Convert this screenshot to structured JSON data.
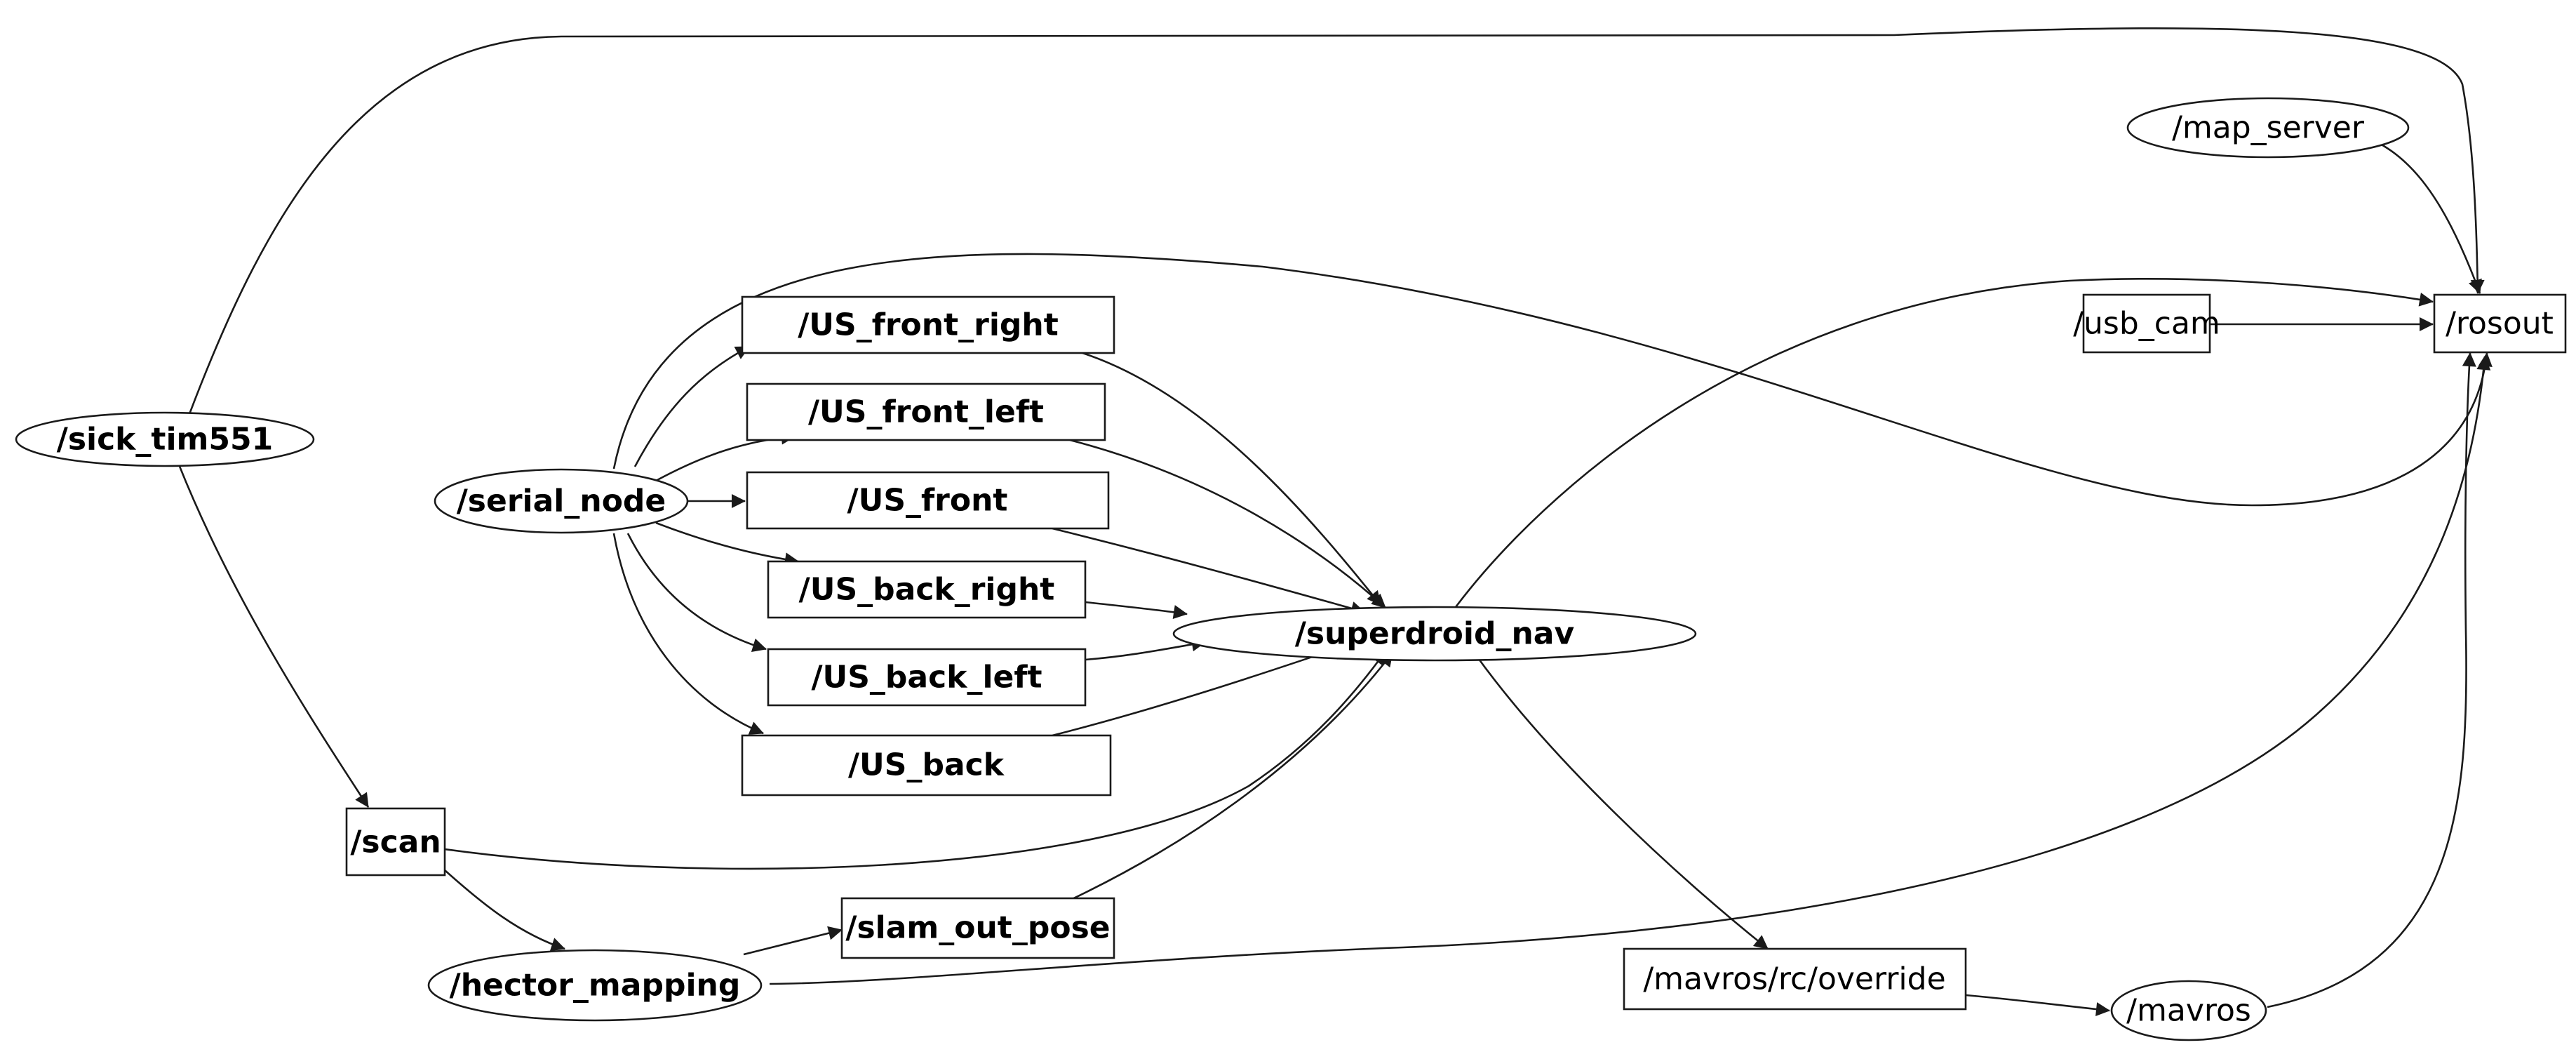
{
  "diagram": {
    "type": "ros-computation-graph",
    "nodes": [
      {
        "id": "sick_tim551",
        "label": "/sick_tim551",
        "shape": "ellipse",
        "bold": true
      },
      {
        "id": "serial_node",
        "label": "/serial_node",
        "shape": "ellipse",
        "bold": true
      },
      {
        "id": "US_front_right",
        "label": "/US_front_right",
        "shape": "box",
        "bold": true
      },
      {
        "id": "US_front_left",
        "label": "/US_front_left",
        "shape": "box",
        "bold": true
      },
      {
        "id": "US_front",
        "label": "/US_front",
        "shape": "box",
        "bold": true
      },
      {
        "id": "US_back_right",
        "label": "/US_back_right",
        "shape": "box",
        "bold": true
      },
      {
        "id": "US_back_left",
        "label": "/US_back_left",
        "shape": "box",
        "bold": true
      },
      {
        "id": "US_back",
        "label": "/US_back",
        "shape": "box",
        "bold": true
      },
      {
        "id": "superdroid_nav",
        "label": "/superdroid_nav",
        "shape": "ellipse",
        "bold": true
      },
      {
        "id": "scan",
        "label": "/scan",
        "shape": "box",
        "bold": true
      },
      {
        "id": "hector_mapping",
        "label": "/hector_mapping",
        "shape": "ellipse",
        "bold": true
      },
      {
        "id": "slam_out_pose",
        "label": "/slam_out_pose",
        "shape": "box",
        "bold": true
      },
      {
        "id": "mavros_rc_override",
        "label": "/mavros/rc/override",
        "shape": "box",
        "bold": false
      },
      {
        "id": "mavros",
        "label": "/mavros",
        "shape": "ellipse",
        "bold": false
      },
      {
        "id": "map_server",
        "label": "/map_server",
        "shape": "ellipse",
        "bold": false
      },
      {
        "id": "usb_cam",
        "label": "/usb_cam",
        "shape": "box",
        "bold": false
      },
      {
        "id": "rosout",
        "label": "/rosout",
        "shape": "box",
        "bold": false
      }
    ],
    "edges": [
      {
        "from": "sick_tim551",
        "to": "rosout"
      },
      {
        "from": "sick_tim551",
        "to": "scan"
      },
      {
        "from": "map_server",
        "to": "rosout"
      },
      {
        "from": "usb_cam",
        "to": "rosout"
      },
      {
        "from": "serial_node",
        "to": "rosout"
      },
      {
        "from": "serial_node",
        "to": "US_front_right"
      },
      {
        "from": "serial_node",
        "to": "US_front_left"
      },
      {
        "from": "serial_node",
        "to": "US_front"
      },
      {
        "from": "serial_node",
        "to": "US_back_right"
      },
      {
        "from": "serial_node",
        "to": "US_back_left"
      },
      {
        "from": "serial_node",
        "to": "US_back"
      },
      {
        "from": "US_front_right",
        "to": "superdroid_nav"
      },
      {
        "from": "US_front_left",
        "to": "superdroid_nav"
      },
      {
        "from": "US_front",
        "to": "superdroid_nav"
      },
      {
        "from": "US_back_right",
        "to": "superdroid_nav"
      },
      {
        "from": "US_back_left",
        "to": "superdroid_nav"
      },
      {
        "from": "US_back",
        "to": "superdroid_nav"
      },
      {
        "from": "scan",
        "to": "superdroid_nav"
      },
      {
        "from": "slam_out_pose",
        "to": "superdroid_nav"
      },
      {
        "from": "superdroid_nav",
        "to": "rosout"
      },
      {
        "from": "superdroid_nav",
        "to": "mavros_rc_override"
      },
      {
        "from": "scan",
        "to": "hector_mapping"
      },
      {
        "from": "hector_mapping",
        "to": "slam_out_pose"
      },
      {
        "from": "hector_mapping",
        "to": "rosout"
      },
      {
        "from": "mavros_rc_override",
        "to": "mavros"
      },
      {
        "from": "mavros",
        "to": "rosout"
      }
    ]
  }
}
